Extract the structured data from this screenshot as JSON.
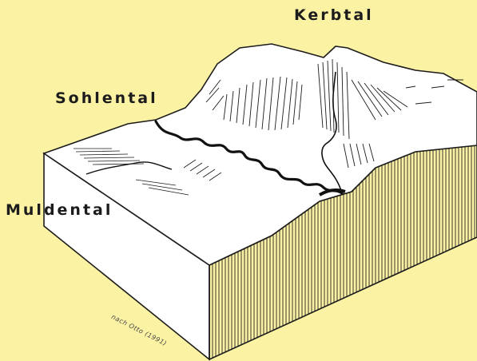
{
  "labels": {
    "kerbtal": "Kerbtal",
    "sohlental": "Sohlental",
    "muldental": "Muldental"
  },
  "credit": "nach Otto (1991)",
  "colors": {
    "background": "#fbf2a4",
    "block_face": "#ffffff",
    "ink": "#1c1c1c",
    "river": "#111111"
  }
}
